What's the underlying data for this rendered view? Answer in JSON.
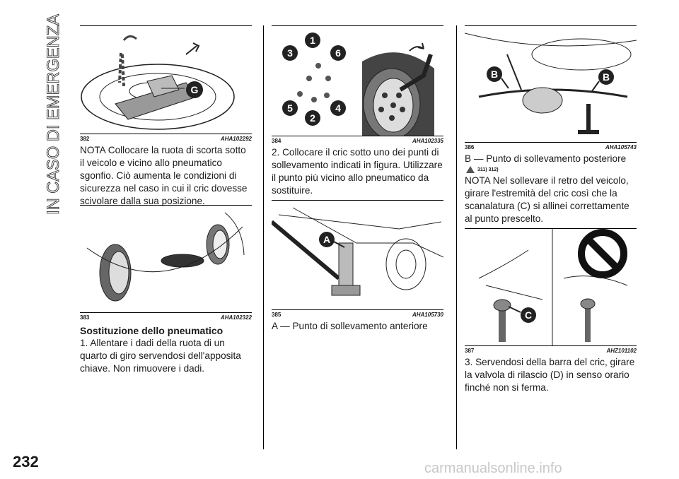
{
  "section_title": "IN CASO DI EMERGENZA",
  "page_number": "232",
  "watermark": "carmanualsonline.info",
  "figures": {
    "f382": {
      "num": "382",
      "code": "AHA102292",
      "callout": "G"
    },
    "f383": {
      "num": "383",
      "code": "AHA102322"
    },
    "f384": {
      "num": "384",
      "code": "AHA102335",
      "callouts": [
        "1",
        "2",
        "3",
        "4",
        "5",
        "6"
      ]
    },
    "f385": {
      "num": "385",
      "code": "AHA105730",
      "callout": "A"
    },
    "f386": {
      "num": "386",
      "code": "AHA105743",
      "callout": "B"
    },
    "f387": {
      "num": "387",
      "code": "AHZ101102",
      "callout": "C"
    }
  },
  "col1": {
    "nota": "NOTA Collocare la ruota di scorta sotto il veicolo e vicino allo pneumatico sgonfio. Ciò aumenta le condizioni di sicurezza nel caso in cui il cric dovesse scivolare dalla sua posizione.",
    "heading": "Sostituzione dello pneumatico",
    "step1": "1. Allentare i dadi della ruota di un quarto di giro servendosi dell'apposita chiave. Non rimuovere i dadi."
  },
  "col2": {
    "step2": "2. Collocare il cric sotto uno dei punti di sollevamento indicati in figura. Utilizzare il punto più vicino allo pneumatico da sostituire.",
    "caption_a": "A — Punto di sollevamento anteriore"
  },
  "col3": {
    "caption_b": "B — Punto di sollevamento posteriore",
    "warning_refs": "311) 312)",
    "nota": "NOTA Nel sollevare il retro del veicolo, girare l'estremità del cric così che la scanalatura (C) si allinei correttamente al punto prescelto.",
    "step3": "3. Servendosi della barra del cric, girare la valvola di rilascio (D) in senso orario finché non si ferma."
  }
}
